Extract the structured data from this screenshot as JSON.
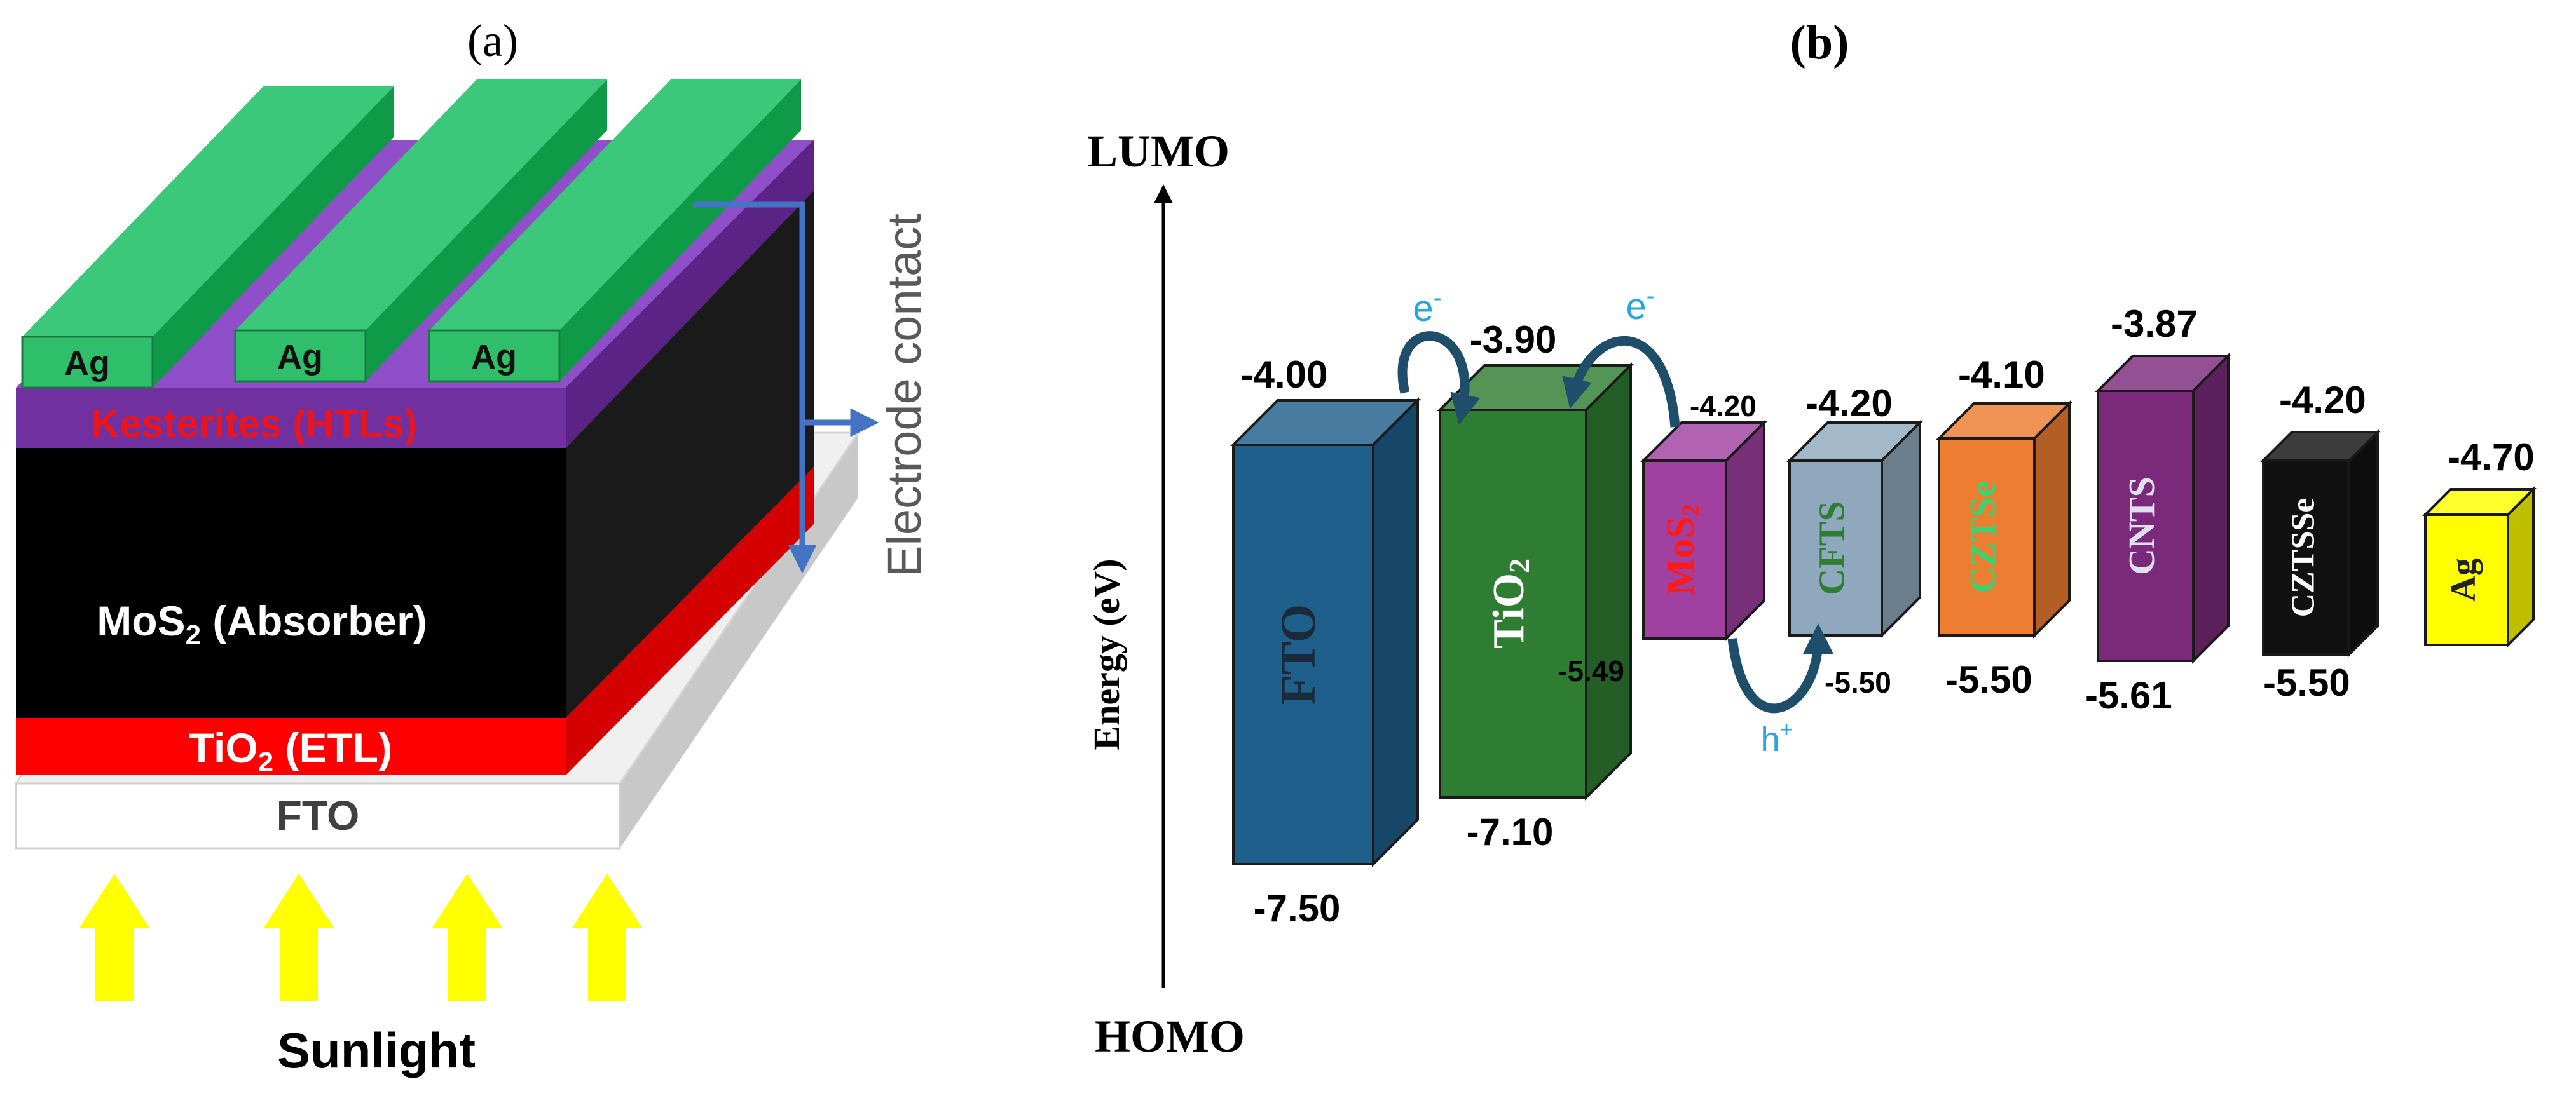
{
  "panel_a": {
    "label": "(a)",
    "contacts": [
      "Ag",
      "Ag",
      "Ag"
    ],
    "layers": {
      "htl": "Kesterites (HTLs)",
      "absorber_prefix": "MoS",
      "absorber_sub": "2",
      "absorber_suffix": " (Absorber)",
      "etl_prefix": "TiO",
      "etl_sub": "2",
      "etl_suffix": " (ETL)",
      "substrate": "FTO"
    },
    "electrode_label": "Electrode contact",
    "sunlight_label": "Sunlight",
    "colors": {
      "ag": "#3cc87a",
      "htl": "#7030a0",
      "htl_text": "#e8141e",
      "absorber": "#000000",
      "etl": "#ff0000",
      "substrate": "#ffffff",
      "arrow": "#ffff00",
      "electrode_line": "#4472c4"
    }
  },
  "panel_b": {
    "label": "(b)",
    "axis": {
      "top": "LUMO",
      "bottom": "HOMO",
      "ylabel": "Energy (eV)"
    },
    "layers": [
      {
        "name": "FTO",
        "top_label": "-4.00",
        "bottom_label": "-7.50",
        "front": "#1f5f8b",
        "text_color": "#1a2a3a"
      },
      {
        "name": "TiO",
        "sub": "2",
        "top_label": "-3.90",
        "bottom_label": "-7.10",
        "front": "#2e7d32",
        "text_color": "#ffffff"
      },
      {
        "name": "MoS",
        "sub": "2",
        "top_label": "-4.20",
        "bottom_label": "-5.49",
        "front": "#a040a0",
        "text_color": "#ff1a1a"
      },
      {
        "name": "CFTS",
        "top_label": "-4.20",
        "bottom_label": "-5.50",
        "front": "#8fa8bd",
        "text_color": "#2e7d32"
      },
      {
        "name": "CZTSe",
        "top_label": "-4.10",
        "bottom_label": "-5.50",
        "front": "#ed7d31",
        "text_color": "#3cd070"
      },
      {
        "name": "CNTS",
        "top_label": "-3.87",
        "bottom_label": "-5.61",
        "front": "#7b2a7b",
        "text_color": "#e0e0f0"
      },
      {
        "name": "CZTSSe",
        "top_label": "-4.20",
        "bottom_label": "-5.50",
        "front": "#111111",
        "text_color": "#ffffff"
      },
      {
        "name": "Ag",
        "top_label": "-4.70",
        "front": "#ffff00",
        "text_color": "#222222"
      }
    ],
    "carriers": {
      "electron": "e",
      "electron_sup": "-",
      "hole": "h",
      "hole_sup": "+"
    }
  }
}
